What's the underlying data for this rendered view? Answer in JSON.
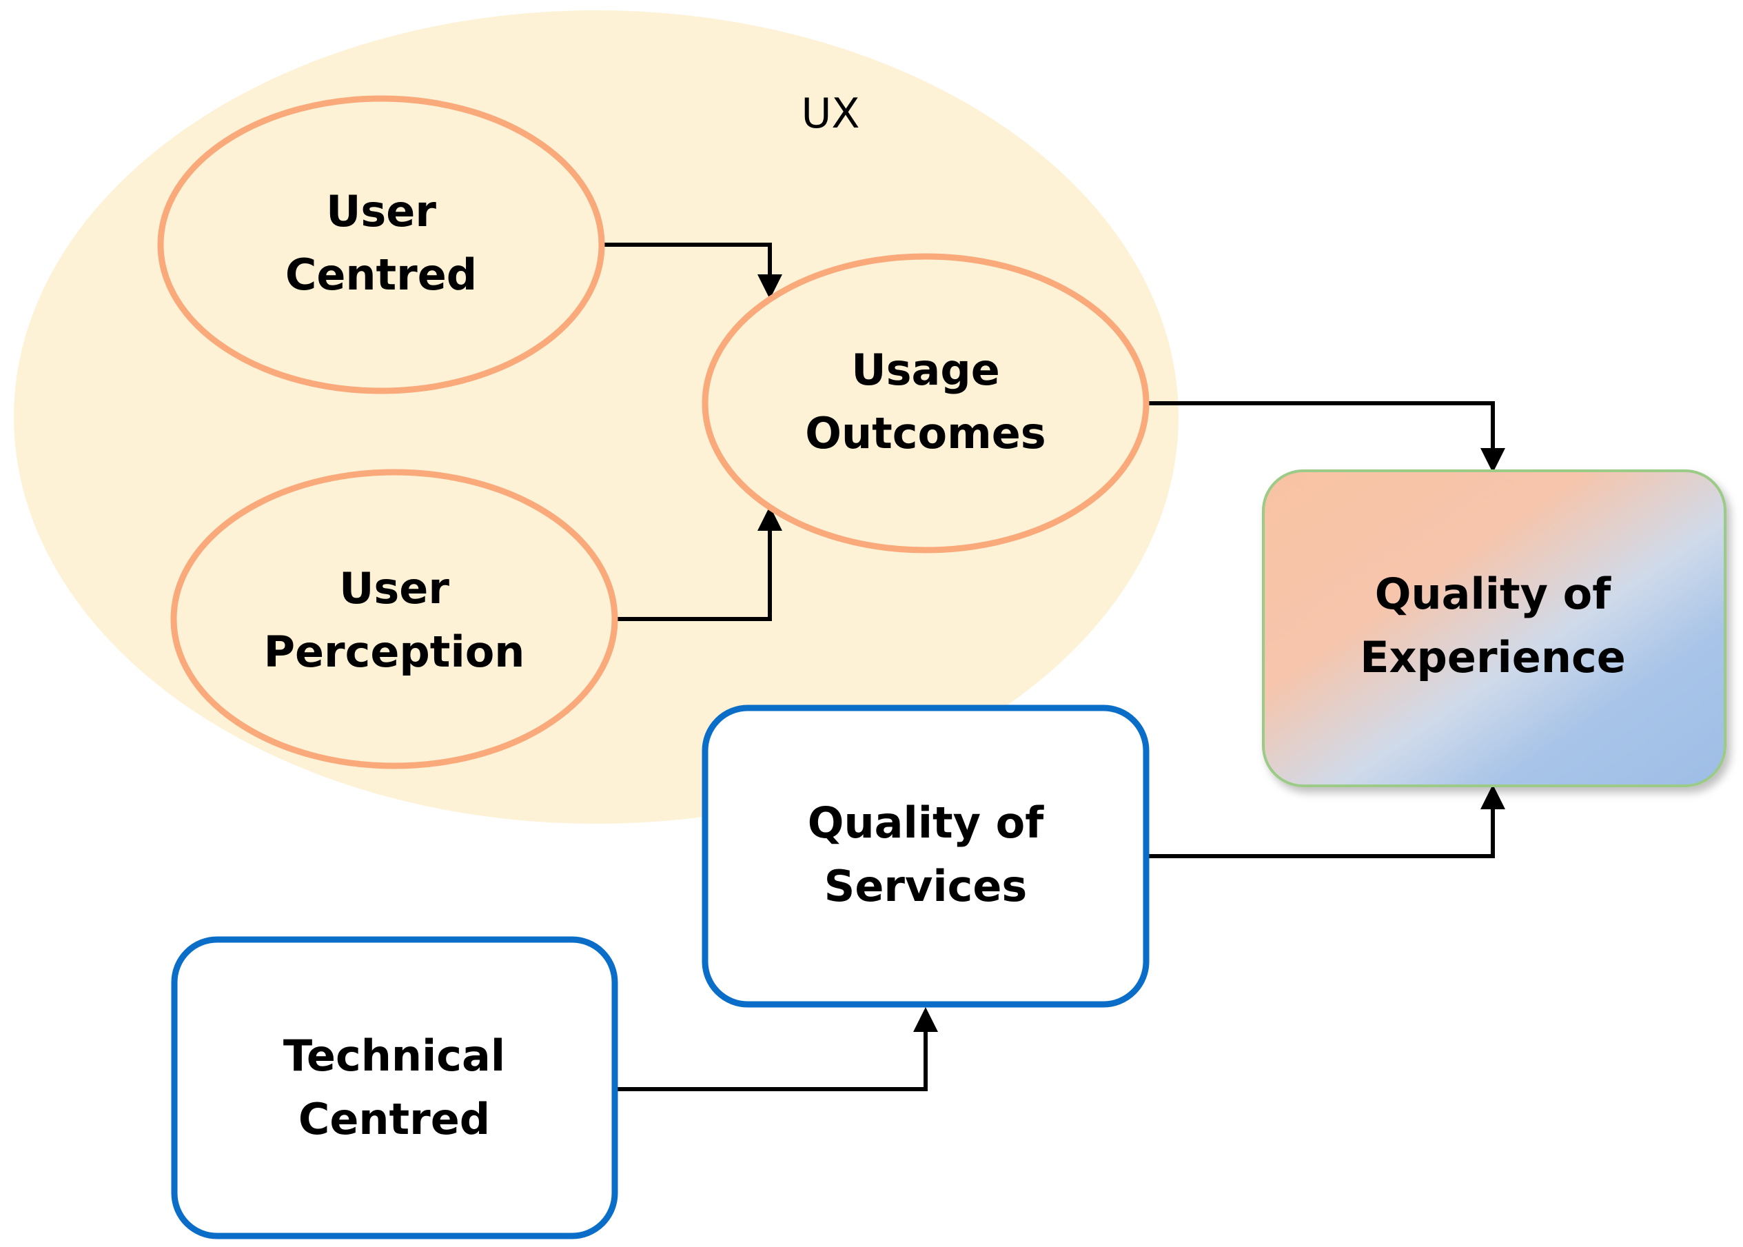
{
  "diagram": {
    "region": {
      "label": "UX"
    },
    "nodes": {
      "user_centred": {
        "line1": "User",
        "line2": "Centred"
      },
      "usage_outcomes": {
        "line1": "Usage",
        "line2": "Outcomes"
      },
      "user_perception": {
        "line1": "User",
        "line2": "Perception"
      },
      "quality_of_experience": {
        "line1": "Quality of",
        "line2": "Experience"
      },
      "quality_of_services": {
        "line1": "Quality of",
        "line2": "Services"
      },
      "technical_centred": {
        "line1": "Technical",
        "line2": "Centred"
      }
    },
    "colors": {
      "ux_region_fill": "#FEF2D6",
      "ellipse_stroke": "#F9A97A",
      "box_stroke": "#0A6EC9",
      "qoe_stroke": "#9BCB86",
      "qoe_gradient": [
        "#F8C3A3",
        "#CFDAEA",
        "#A3C2E8"
      ],
      "arrow": "#000000"
    }
  }
}
